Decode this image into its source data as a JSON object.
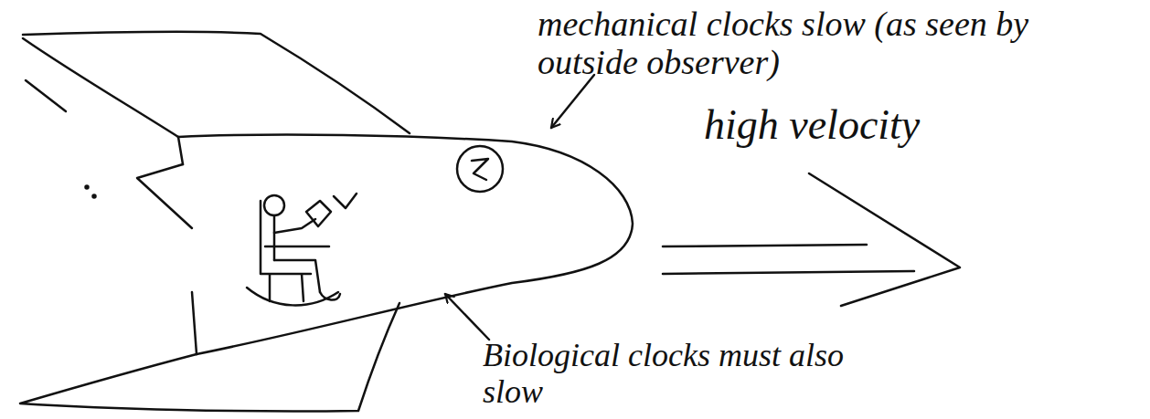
{
  "diagram": {
    "labels": [
      "mechanical clocks slow (as seen by outside observer)",
      "high velocity",
      "Biological clocks must also slow"
    ]
  }
}
